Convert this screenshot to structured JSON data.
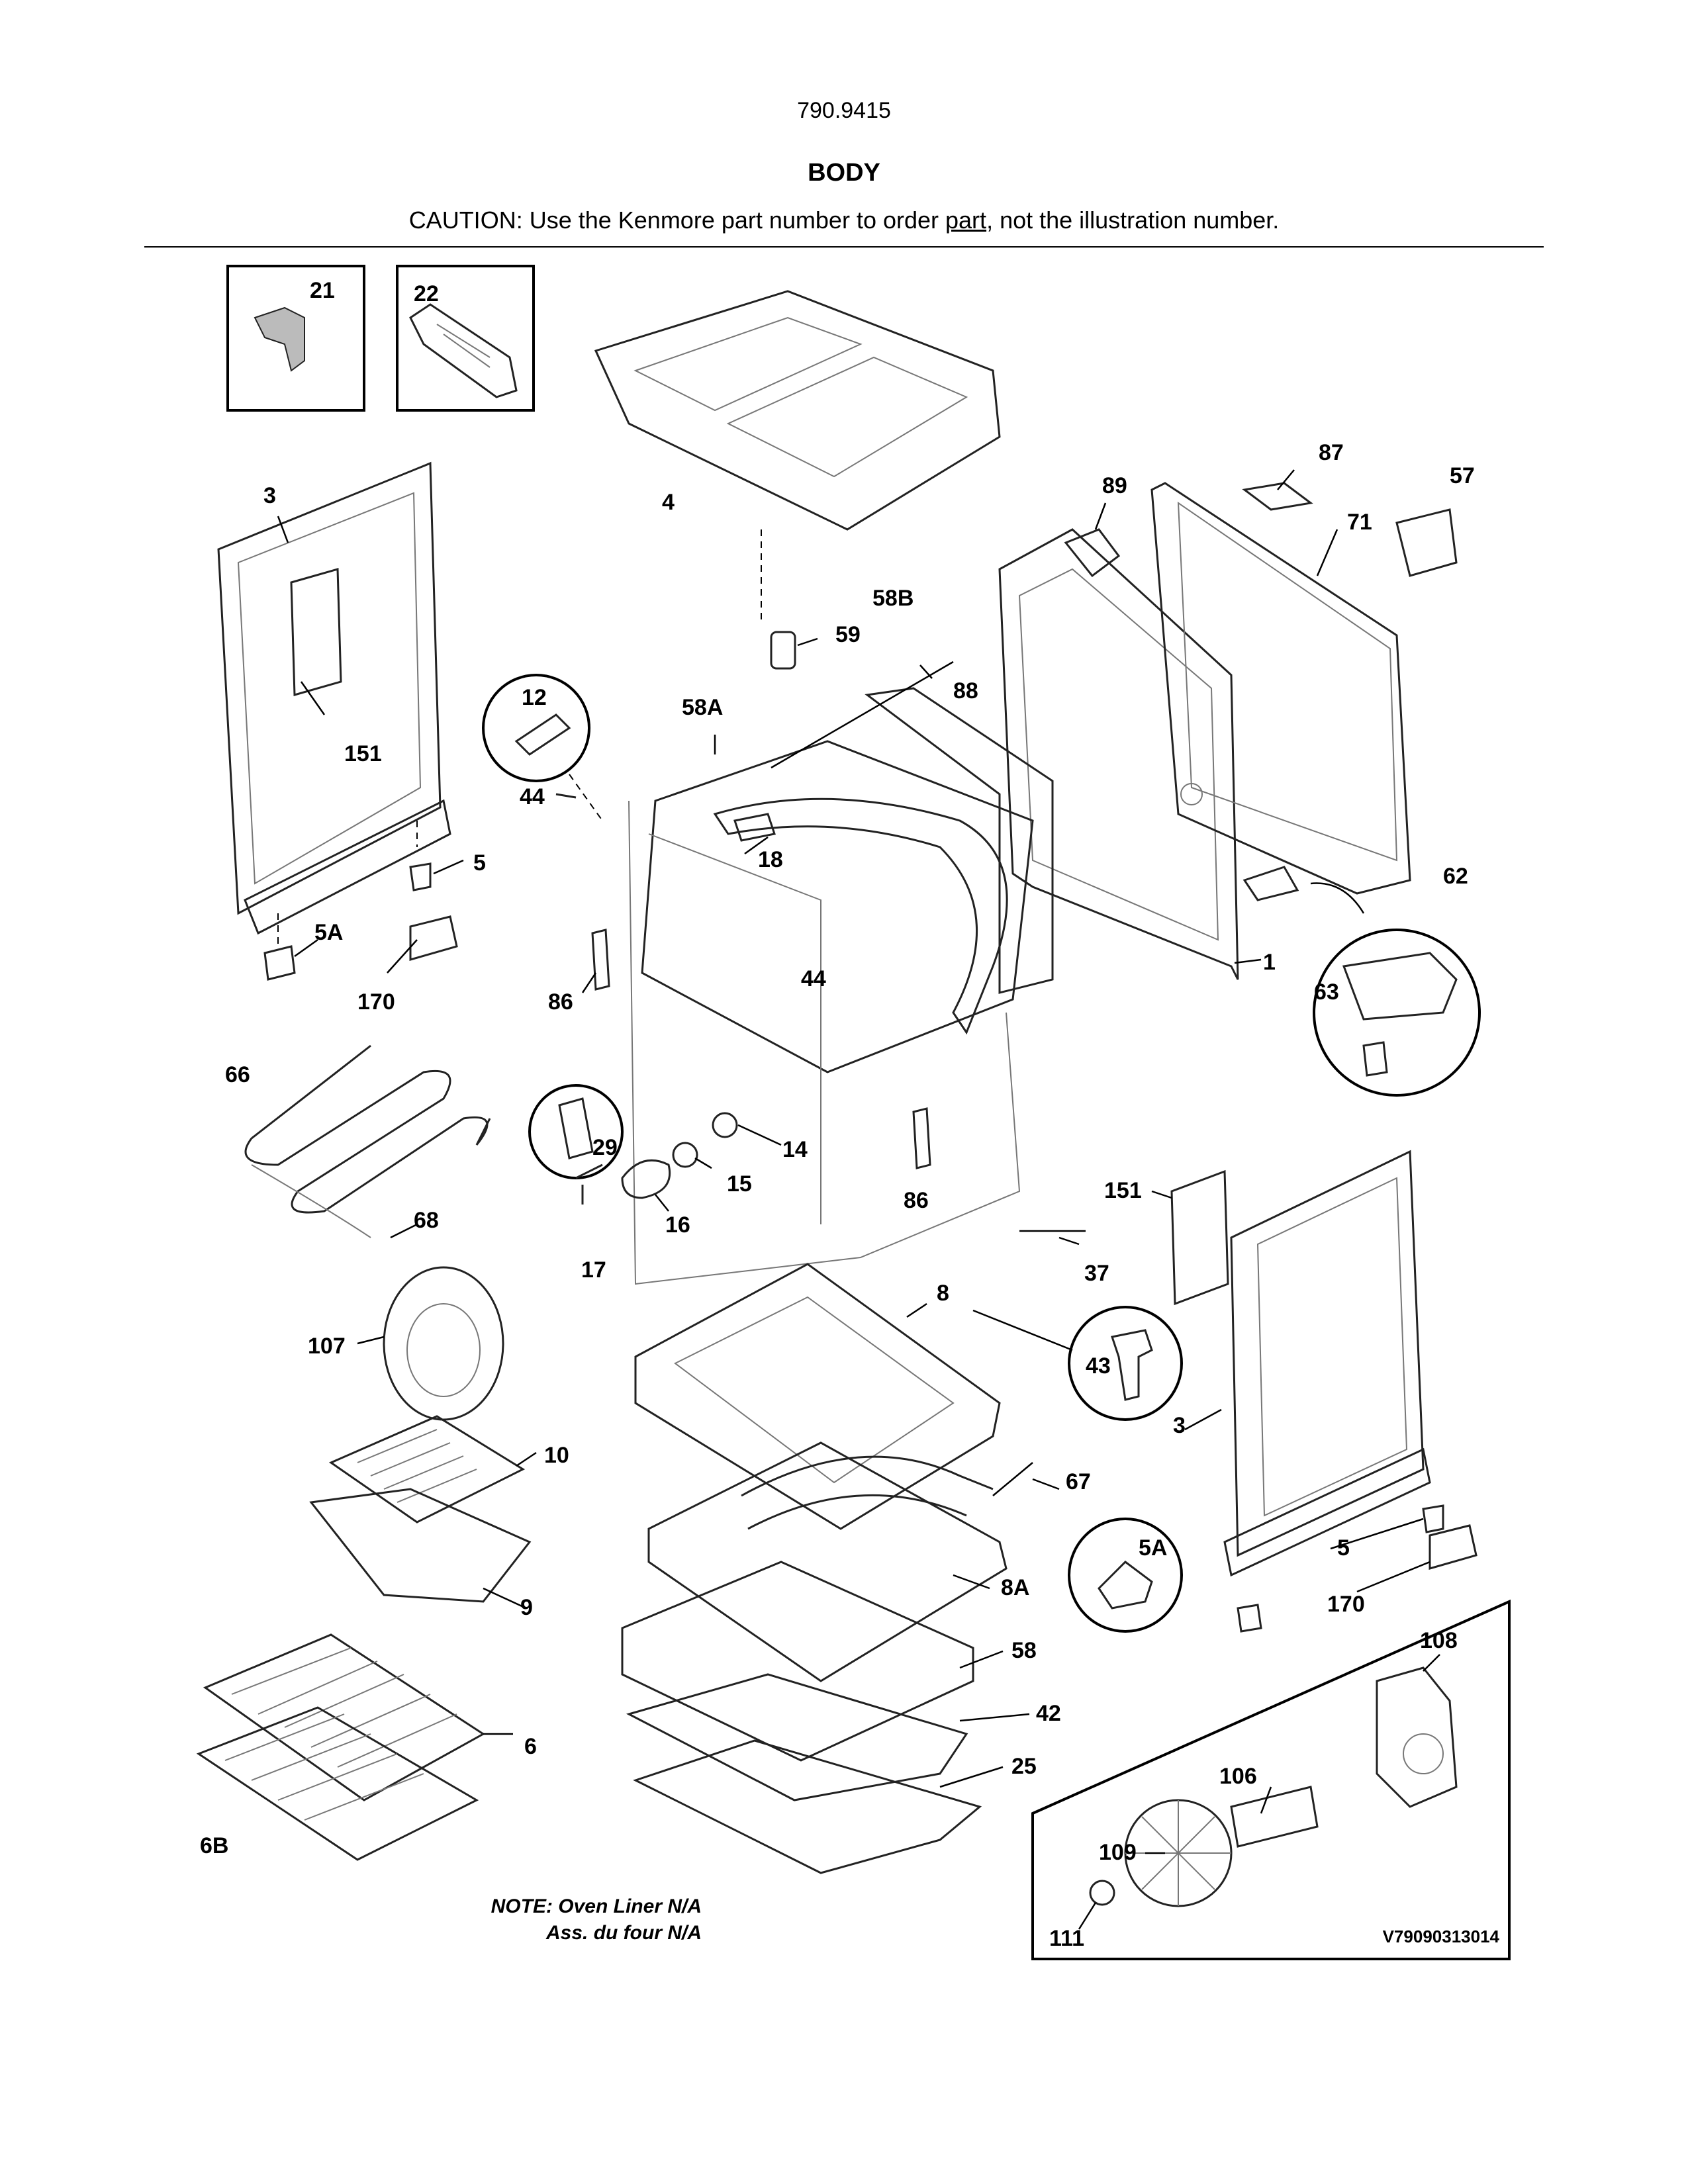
{
  "header": {
    "model": "790.9415",
    "title": "BODY",
    "caution_pre": "CAUTION: Use the Kenmore part number to order ",
    "caution_link": "part",
    "caution_post": ", not the illustration number."
  },
  "note": {
    "line1": "NOTE: Oven Liner N/A",
    "line2": "Ass. du four N/A"
  },
  "drawing_code": "V79090313014",
  "callouts": {
    "c21": "21",
    "c22": "22",
    "c4": "4",
    "c3": "3",
    "c151": "151",
    "c87": "87",
    "c89": "89",
    "c71": "71",
    "c57": "57",
    "c58B": "58B",
    "c59": "59",
    "c88": "88",
    "c58A": "58A",
    "c12": "12",
    "c44a": "44",
    "c18": "18",
    "c5": "5",
    "c5A": "5A",
    "c170": "170",
    "c86a": "86",
    "c44b": "44",
    "c1": "1",
    "c62": "62",
    "c63": "63",
    "c66": "66",
    "c29": "29",
    "c14": "14",
    "c15": "15",
    "c16": "16",
    "c17": "17",
    "c86b": "86",
    "c68": "68",
    "c151b": "151",
    "c37": "37",
    "c8": "8",
    "c43": "43",
    "c107": "107",
    "c10": "10",
    "c67": "67",
    "c3b": "3",
    "c9": "9",
    "c8A": "8A",
    "c5Ab": "5A",
    "c5b": "5",
    "c170b": "170",
    "c58": "58",
    "c108": "108",
    "c42": "42",
    "c6": "6",
    "c25": "25",
    "c106": "106",
    "c6B": "6B",
    "c109": "109",
    "c111": "111"
  }
}
